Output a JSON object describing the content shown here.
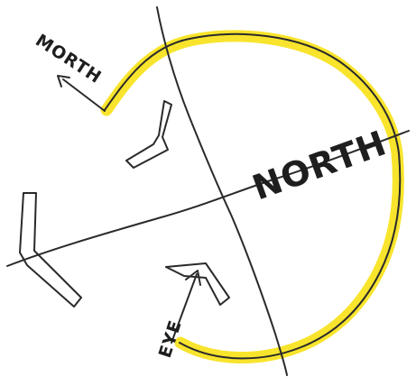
{
  "labels": {
    "north_large": "NORTH",
    "north_small": "MORTH",
    "eye": "EYE"
  },
  "colors": {
    "ink": "#1e1e1e",
    "highlight": "#f7e21a"
  },
  "icons": {
    "north_arrow": "arrow-icon",
    "eye_arrow": "arrow-icon"
  }
}
